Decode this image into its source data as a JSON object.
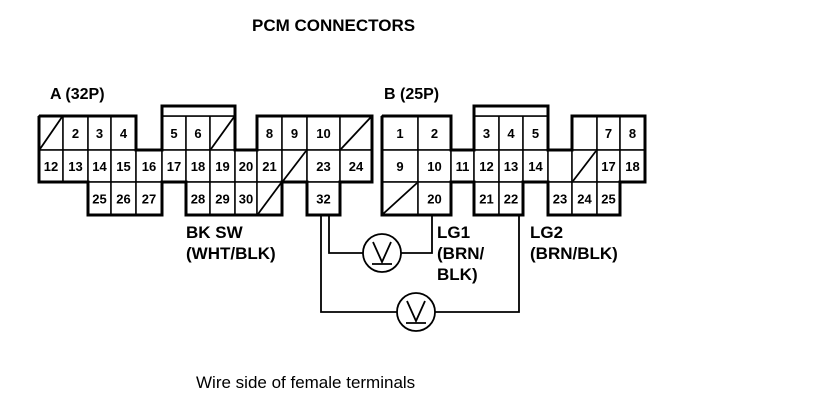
{
  "title": "PCM CONNECTORS",
  "caption": "Wire side of female terminals",
  "connectors": [
    {
      "id": "A",
      "label": "A (32P)",
      "pins": [
        {
          "label": "",
          "blank": true
        },
        {
          "label": "2"
        },
        {
          "label": "3"
        },
        {
          "label": "4"
        },
        {
          "label": "5"
        },
        {
          "label": "6"
        },
        {
          "label": "",
          "blank": true
        },
        {
          "label": "8"
        },
        {
          "label": "9"
        },
        {
          "label": "10"
        },
        {
          "label": "",
          "blank": true
        },
        {
          "label": "12"
        },
        {
          "label": "13"
        },
        {
          "label": "14"
        },
        {
          "label": "15"
        },
        {
          "label": "16"
        },
        {
          "label": "17"
        },
        {
          "label": "18"
        },
        {
          "label": "19"
        },
        {
          "label": "20"
        },
        {
          "label": "21"
        },
        {
          "label": "",
          "blank": true
        },
        {
          "label": "23"
        },
        {
          "label": "24"
        },
        {
          "label": "25"
        },
        {
          "label": "26"
        },
        {
          "label": "27"
        },
        {
          "label": "28"
        },
        {
          "label": "29"
        },
        {
          "label": "30"
        },
        {
          "label": "",
          "blank": true
        },
        {
          "label": "32"
        }
      ]
    },
    {
      "id": "B",
      "label": "B (25P)",
      "pins": [
        {
          "label": "1"
        },
        {
          "label": "2"
        },
        {
          "label": "3"
        },
        {
          "label": "4"
        },
        {
          "label": "5"
        },
        {
          "label": ""
        },
        {
          "label": "7"
        },
        {
          "label": "8"
        },
        {
          "label": "9"
        },
        {
          "label": "10"
        },
        {
          "label": "11"
        },
        {
          "label": "12"
        },
        {
          "label": "13"
        },
        {
          "label": "14"
        },
        {
          "label": ""
        },
        {
          "label": "",
          "blank": true
        },
        {
          "label": "17"
        },
        {
          "label": "18"
        },
        {
          "label": "",
          "blank": true
        },
        {
          "label": "20"
        },
        {
          "label": "21"
        },
        {
          "label": "22"
        },
        {
          "label": "23"
        },
        {
          "label": "24"
        },
        {
          "label": "25"
        }
      ]
    }
  ],
  "wire_labels": [
    {
      "id": "bk-sw",
      "lines": [
        "BK SW",
        "(WHT/BLK)"
      ]
    },
    {
      "id": "lg1",
      "lines": [
        "LG1",
        "(BRN/",
        "BLK)"
      ]
    },
    {
      "id": "lg2",
      "lines": [
        "LG2",
        "(BRN/BLK)"
      ]
    }
  ],
  "meters": [
    {
      "id": "voltmeter-1",
      "symbol": "voltmeter",
      "from": "A32",
      "to": "B20"
    },
    {
      "id": "voltmeter-2",
      "symbol": "voltmeter",
      "from": "A32",
      "to": "B22"
    }
  ]
}
